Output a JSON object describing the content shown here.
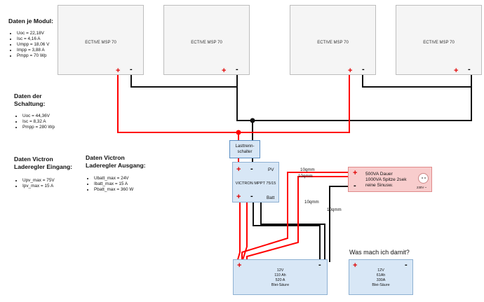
{
  "modules": {
    "panel_label": "ECTIVE MSP 70",
    "plus": "+",
    "minus": "-"
  },
  "module_data": {
    "title": "Daten je Modul:",
    "items": [
      "Uoc = 22,18V",
      "Isc = 4,16 A",
      "Umpp = 18,06 V",
      "Impp = 3,88 A",
      "Pmpp = 70 Wp"
    ]
  },
  "circuit_data": {
    "title_line1": "Daten der",
    "title_line2": "Schaltung:",
    "items": [
      "Uoc = 44,36V",
      "Isc = 8,32 A",
      "Pmpp = 280 Wp"
    ]
  },
  "victron_in": {
    "title_line1": "Daten Victron",
    "title_line2": "Laderegler Eingang:",
    "items": [
      "Upv_max = 75V",
      "Ipv_max = 15 A"
    ]
  },
  "victron_out": {
    "title_line1": "Daten Victron",
    "title_line2": "Laderegler Ausgang:",
    "items": [
      "Ubatt_max = 24V",
      "Ibatt_max = 15 A",
      "Pbatt_max = 360 W"
    ]
  },
  "disconnector": {
    "line1": "Lasttrenn-",
    "line2": "schalter"
  },
  "controller": {
    "pv_label": "PV",
    "name": "VICTRON MPPT 75/15",
    "batt_label": "Batt",
    "plus": "+",
    "minus": "-"
  },
  "inverter": {
    "line1": "500VA Dauer",
    "line2": "1000VA Spitze 2sek",
    "line3": "reine Sinusw.",
    "socket_label": "230V ~",
    "plus": "+",
    "minus": "-"
  },
  "wire_labels": {
    "w1": "10qmm",
    "w2": "10qmm",
    "w3": "10qmm",
    "w4": "10qmm"
  },
  "battery_main": {
    "line1": "12V",
    "line2": "110 Ah",
    "line3": "520 A",
    "line4": "Blei-Säure",
    "plus": "+",
    "minus": "-"
  },
  "question": "Was mach ich damit?",
  "battery_small": {
    "line1": "12V",
    "line2": "61Ah",
    "line3": "330A",
    "line4": "Blei-Säure",
    "plus": "+",
    "minus": "-"
  },
  "colors": {
    "positive_wire": "#ff0000",
    "negative_wire": "#111111",
    "box_blue": "#d8e7f6",
    "box_red": "#f8cdcd",
    "panel_fill": "#f5f5f5"
  }
}
